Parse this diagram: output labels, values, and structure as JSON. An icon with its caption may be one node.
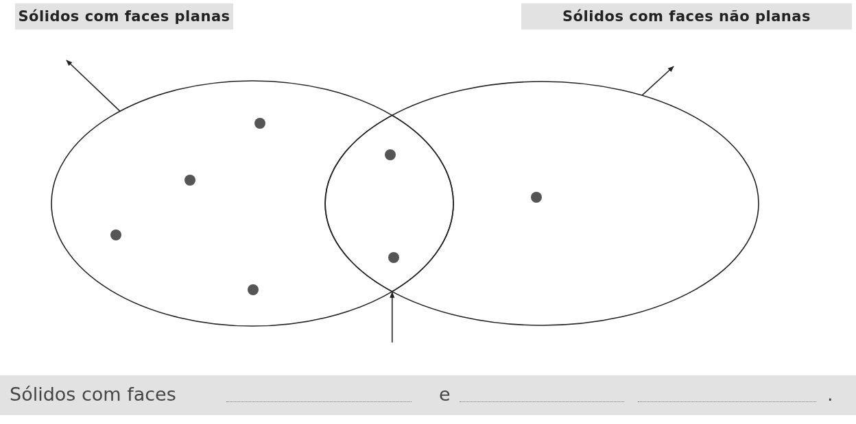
{
  "diagram": {
    "nodes": [
      {
        "text": [
          "Sólidos com faces planas"
        ]
      },
      {
        "text": [
          "Sólidos com faces não planas"
        ]
      },
      {
        "text": [],
        "shape": "ellipse"
      },
      {
        "text": [],
        "shape": "ellipse"
      },
      {
        "text": [
          "Sólidos com faces",
          "e",
          "."
        ]
      },
      {
        "text": [],
        "shape": "lens"
      }
    ],
    "edges": [
      {
        "from": 2,
        "to": 0,
        "arrow": "to"
      },
      {
        "from": 3,
        "to": 1,
        "arrow": "to"
      },
      {
        "from": null,
        "to": 5,
        "arrow": "to"
      }
    ]
  }
}
